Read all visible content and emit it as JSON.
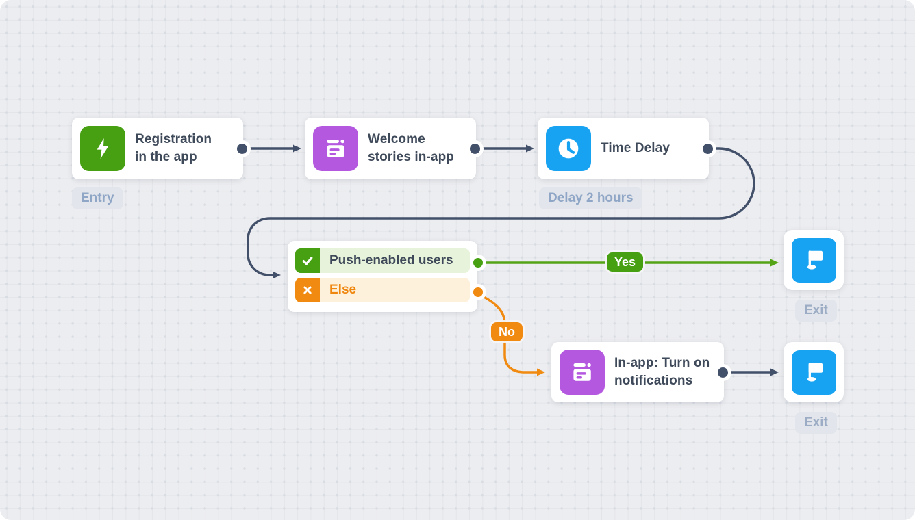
{
  "flow": {
    "entry_node": {
      "title": "Registration in the app",
      "badge": "Entry"
    },
    "welcome_node": {
      "title": "Welcome stories in-app"
    },
    "delay_node": {
      "title": "Time Delay",
      "badge": "Delay 2 hours"
    },
    "condition_node": {
      "branches": [
        {
          "label": "Push-enabled users"
        },
        {
          "label": "Else"
        }
      ]
    },
    "notification_node": {
      "title": "In-app: Turn on notifications"
    },
    "exit_top": {
      "badge": "Exit"
    },
    "exit_bottom": {
      "badge": "Exit"
    },
    "edge_labels": {
      "yes": "Yes",
      "no": "No"
    }
  },
  "colors": {
    "canvas_background": "#ecedf0",
    "accent_green": "#46a011",
    "accent_purple": "#b558e0",
    "accent_blue": "#17a3f1",
    "accent_orange": "#f18a10",
    "connector_dark": "#43506a",
    "branch_yes_row_bg": "#e8f3dc",
    "branch_else_row_bg": "#fdf1dc",
    "tag_background": "#e2e5eb",
    "tag_text": "#8fa6c6",
    "node_title_text": "#3e4959"
  }
}
